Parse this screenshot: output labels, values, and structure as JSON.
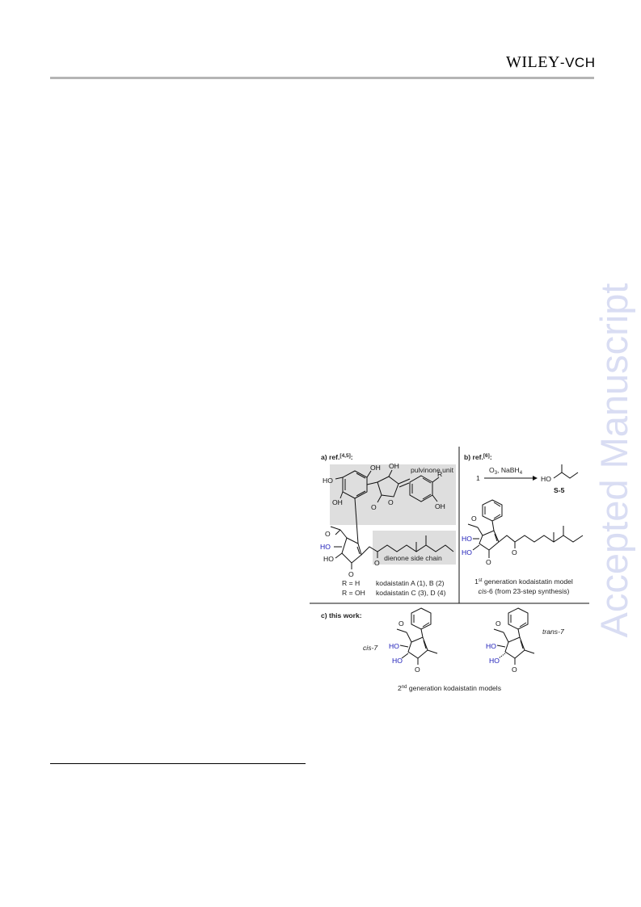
{
  "header": {
    "publisher_main": "WILEY",
    "publisher_suffix": "-VCH",
    "watermark": "Accepted Manuscript"
  },
  "colors": {
    "watermark": "#d9ddf3",
    "header_rule": "#b5b5b5",
    "highlight_box": "#dedede",
    "stereo_blue": "#1a1ab8",
    "stereo_red": "#d0001c"
  },
  "scheme": {
    "panel_a": {
      "title": "a) ref.",
      "title_refs": "[4,5]",
      "title_tail": ":",
      "unit_top": "pulvinone unit",
      "unit_bottom": "dienone side chain",
      "line1_r": "R = H",
      "line1_name": "kodaistatin A (1), B (2)",
      "line2_r": "R = OH",
      "line2_name": "kodaistatin C (3), D (4)",
      "atoms": {
        "oh_1": "OH",
        "ho_1": "HO",
        "oh_2": "OH",
        "r": "R",
        "oh_3": "OH",
        "o_ring": "O",
        "o_lactone": "O",
        "ho_blue": "HO",
        "ho_2": "HO",
        "o_ketone": "O",
        "o_chain": "O",
        "o_acetyl": "O"
      }
    },
    "panel_b": {
      "title": "b) ref.",
      "title_refs": "[6]",
      "title_tail": ":",
      "reactant": "1",
      "reagents_a": "O",
      "reagents_a_sub": "3",
      "reagents_b": "NaBH",
      "reagents_b_sub": "4",
      "product_ho": "HO",
      "product_label": "S-5",
      "caption1_pre": "1",
      "caption1_sup": "st",
      "caption1_post": " generation kodaistatin model",
      "caption2_ital": "cis",
      "caption2_post": "-6 (from 23-step synthesis)",
      "atoms": {
        "o_acetyl": "O",
        "ho_1": "HO",
        "ho_2": "HO",
        "o_ketone": "O",
        "o_chain": "O"
      }
    },
    "panel_c": {
      "title": "c) this work:",
      "label_cis": "cis-7",
      "label_trans": "trans-7",
      "caption_pre": "2",
      "caption_sup": "nd",
      "caption_post": " generation kodaistatin models",
      "atoms": {
        "o1": "O",
        "ho1": "HO",
        "ho2": "HO",
        "o2": "O",
        "o3": "O",
        "ho3": "HO",
        "ho4": "HO",
        "o4": "O"
      }
    }
  }
}
